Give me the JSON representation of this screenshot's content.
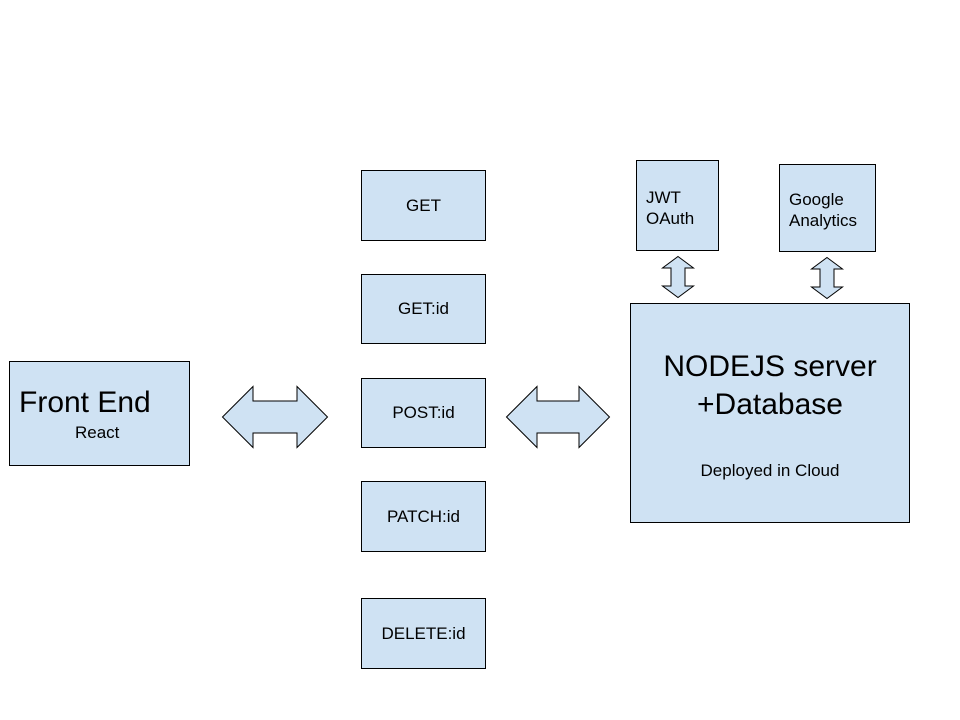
{
  "front_end": {
    "title": "Front End",
    "subtitle": "React"
  },
  "endpoints": [
    {
      "label": "GET"
    },
    {
      "label": "GET:id"
    },
    {
      "label": "POST:id"
    },
    {
      "label": "PATCH:id"
    },
    {
      "label": "DELETE:id"
    }
  ],
  "auth": {
    "line1": "JWT",
    "line2": "OAuth"
  },
  "analytics": {
    "line1": "Google",
    "line2": "Analytics"
  },
  "server": {
    "title_line1": "NODEJS server",
    "title_line2": "+Database",
    "subtitle": "Deployed in Cloud"
  },
  "colors": {
    "box_fill": "#cfe2f3",
    "border": "#000000",
    "background": "#ffffff"
  }
}
